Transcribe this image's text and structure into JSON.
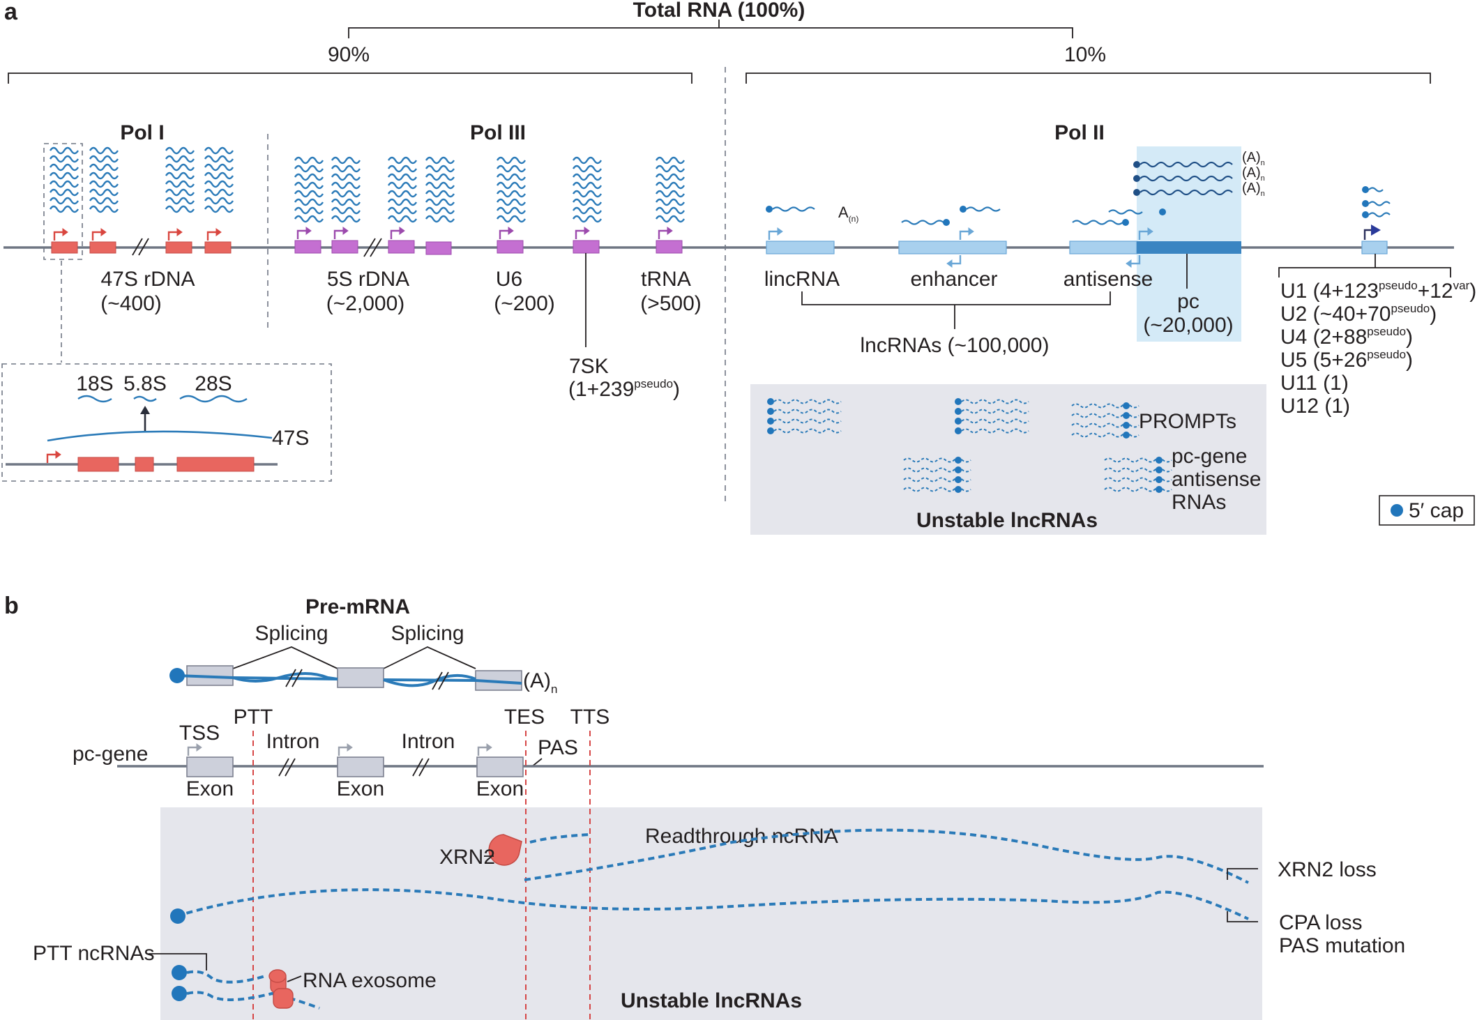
{
  "panel_a": {
    "letter": "a",
    "total_label": "Total RNA (100%)",
    "left_percent": "90%",
    "right_percent": "10%",
    "pol1": "Pol I",
    "pol3": "Pol III",
    "pol2": "Pol II",
    "rdna47": {
      "name": "47S rDNA",
      "count": "(~400)"
    },
    "rdna5": {
      "name": "5S rDNA",
      "count": "(~2,000)"
    },
    "u6": {
      "name": "U6",
      "count": "(~200)"
    },
    "trna": {
      "name": "tRNA",
      "count": "(>500)"
    },
    "sk7": {
      "name": "7SK",
      "count_pre": "(1+239",
      "count_sup": "pseudo",
      "count_post": ")"
    },
    "inset": {
      "s18": "18S",
      "s58": "5.8S",
      "s28": "28S",
      "s47": "47S"
    },
    "lincrna": "lincRNA",
    "enhancer": "enhancer",
    "antisense": "antisense",
    "lncrnas_total": "lncRNAs (~100,000)",
    "pc": {
      "name": "pc",
      "count": "(~20,000)"
    },
    "polya": "(A)",
    "polya_sub": "n",
    "an_label": "A",
    "an_sub": "(n)",
    "snrnas": [
      {
        "main": "U1 (4+123",
        "sup1": "pseudo",
        "mid": "+12",
        "sup2": "var",
        "end": ")"
      },
      {
        "main": "U2 (~40+70",
        "sup1": "pseudo",
        "mid": ")",
        "sup2": "",
        "end": ""
      },
      {
        "main": "U4 (2+88",
        "sup1": "pseudo",
        "mid": ")",
        "sup2": "",
        "end": ""
      },
      {
        "main": "U5 (5+26",
        "sup1": "pseudo",
        "mid": ")",
        "sup2": "",
        "end": ""
      },
      {
        "main": "U11 (1)",
        "sup1": "",
        "mid": "",
        "sup2": "",
        "end": ""
      },
      {
        "main": "U12 (1)",
        "sup1": "",
        "mid": "",
        "sup2": "",
        "end": ""
      }
    ],
    "unstable_box": {
      "prompts": "PROMPTs",
      "pcgene_lines": [
        "pc-gene",
        "antisense",
        "RNAs"
      ],
      "title": "Unstable lncRNAs"
    },
    "legend_cap": "5′ cap"
  },
  "panel_b": {
    "letter": "b",
    "premrna": "Pre-mRNA",
    "splicing": "Splicing",
    "polya": "(A)",
    "polya_sub": "n",
    "pcgene": "pc-gene",
    "tss": "TSS",
    "ptt": "PTT",
    "intron": "Intron",
    "tes": "TES",
    "tts": "TTS",
    "pas": "PAS",
    "exon": "Exon",
    "xrn2": "XRN2",
    "readthrough": "Readthrough ncRNA",
    "xrn2_loss": "XRN2 loss",
    "cpa_loss": "CPA loss",
    "pas_mutation": "PAS mutation",
    "ptt_ncrnas": "PTT ncRNAs",
    "rna_exosome": "RNA exosome",
    "unstable": "Unstable lncRNAs"
  },
  "colors": {
    "rrna_gene": "#e8665f",
    "pol3_gene": "#c46fd1",
    "pol2_gene": "#a8d0ee",
    "pc_highlight": "#d4eaf7",
    "pc_gene_dark": "#3a85c2",
    "rna_wave": "#2a7ab8",
    "cap": "#2176bb",
    "genome_line": "#6f7683",
    "gray_box": "#e5e6ec",
    "exon_box": "#cdd0db",
    "red_dashed": "#d64545"
  }
}
